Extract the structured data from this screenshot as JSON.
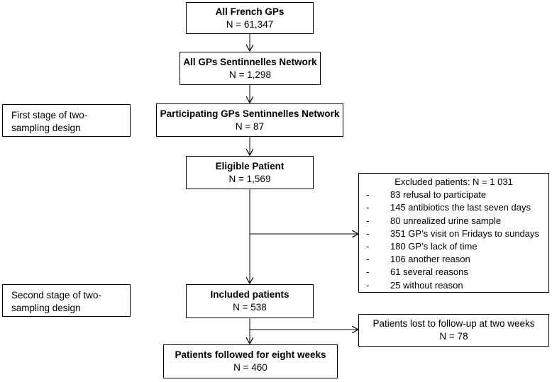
{
  "flow": {
    "all_french_gps": {
      "title": "All French GPs",
      "n": "N = 61,347"
    },
    "all_sentinelles": {
      "title": "All GPs Sentinnelles Network",
      "n": "N = 1,298"
    },
    "participating": {
      "title": "Participating GPs Sentinnelles Network",
      "n": "N = 87"
    },
    "eligible": {
      "title": "Eligible Patient",
      "n": "N = 1,569"
    },
    "included": {
      "title": "Included patients",
      "n": "N = 538"
    },
    "followed": {
      "title": "Patients followed for eight weeks",
      "n": "N = 460"
    }
  },
  "stages": {
    "first": {
      "line1": "First stage of two-",
      "line2": "sampling design"
    },
    "second": {
      "line1": "Second stage of two-",
      "line2": "sampling design"
    }
  },
  "excluded": {
    "header": "Excluded patients: N = 1 031",
    "bullet": "-",
    "reasons": [
      "83 refusal to participate",
      "145 antibiotics the last seven days",
      "80 unrealized urine sample",
      "351 GP’s visit on Fridays to sundays",
      "180 GP’s lack of time",
      "106 another reason",
      "61 several reasons",
      "25 without reason"
    ]
  },
  "lost": {
    "line1": "Patients lost to follow-up at two weeks",
    "line2": "N = 78"
  }
}
